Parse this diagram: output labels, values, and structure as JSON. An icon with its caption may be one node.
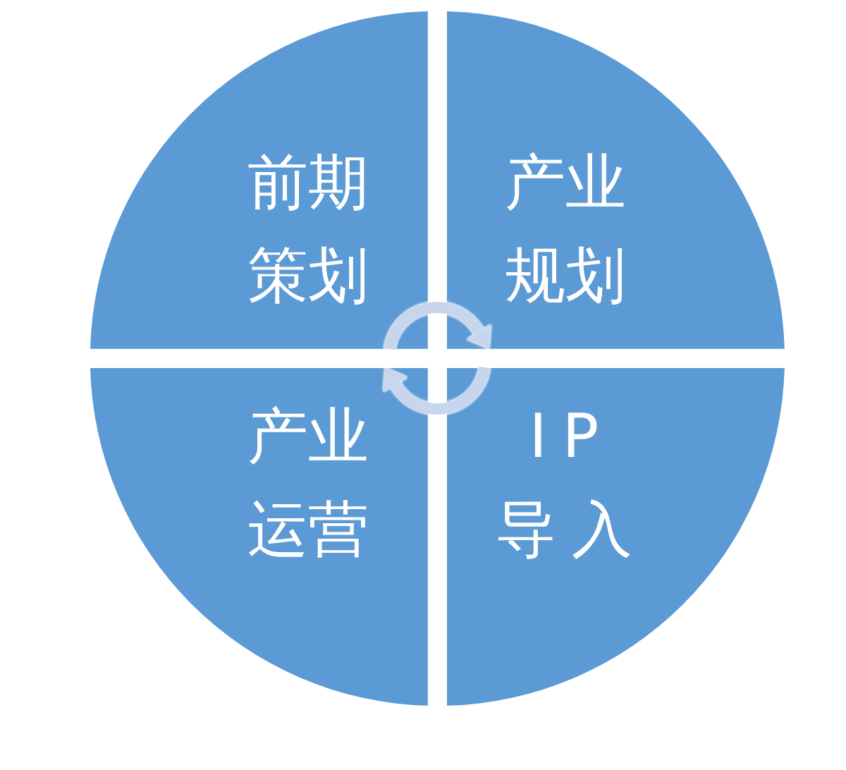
{
  "diagram": {
    "nodes": [
      {
        "text": [
          "前期策划"
        ]
      },
      {
        "text": [
          "产业规划"
        ]
      },
      {
        "text": [
          "产业运营"
        ]
      },
      {
        "text": [
          "IP导入"
        ]
      }
    ],
    "edges": [
      {
        "from": 0,
        "to": 1,
        "arrow": "to"
      },
      {
        "from": 3,
        "to": 2,
        "arrow": "to"
      }
    ]
  }
}
